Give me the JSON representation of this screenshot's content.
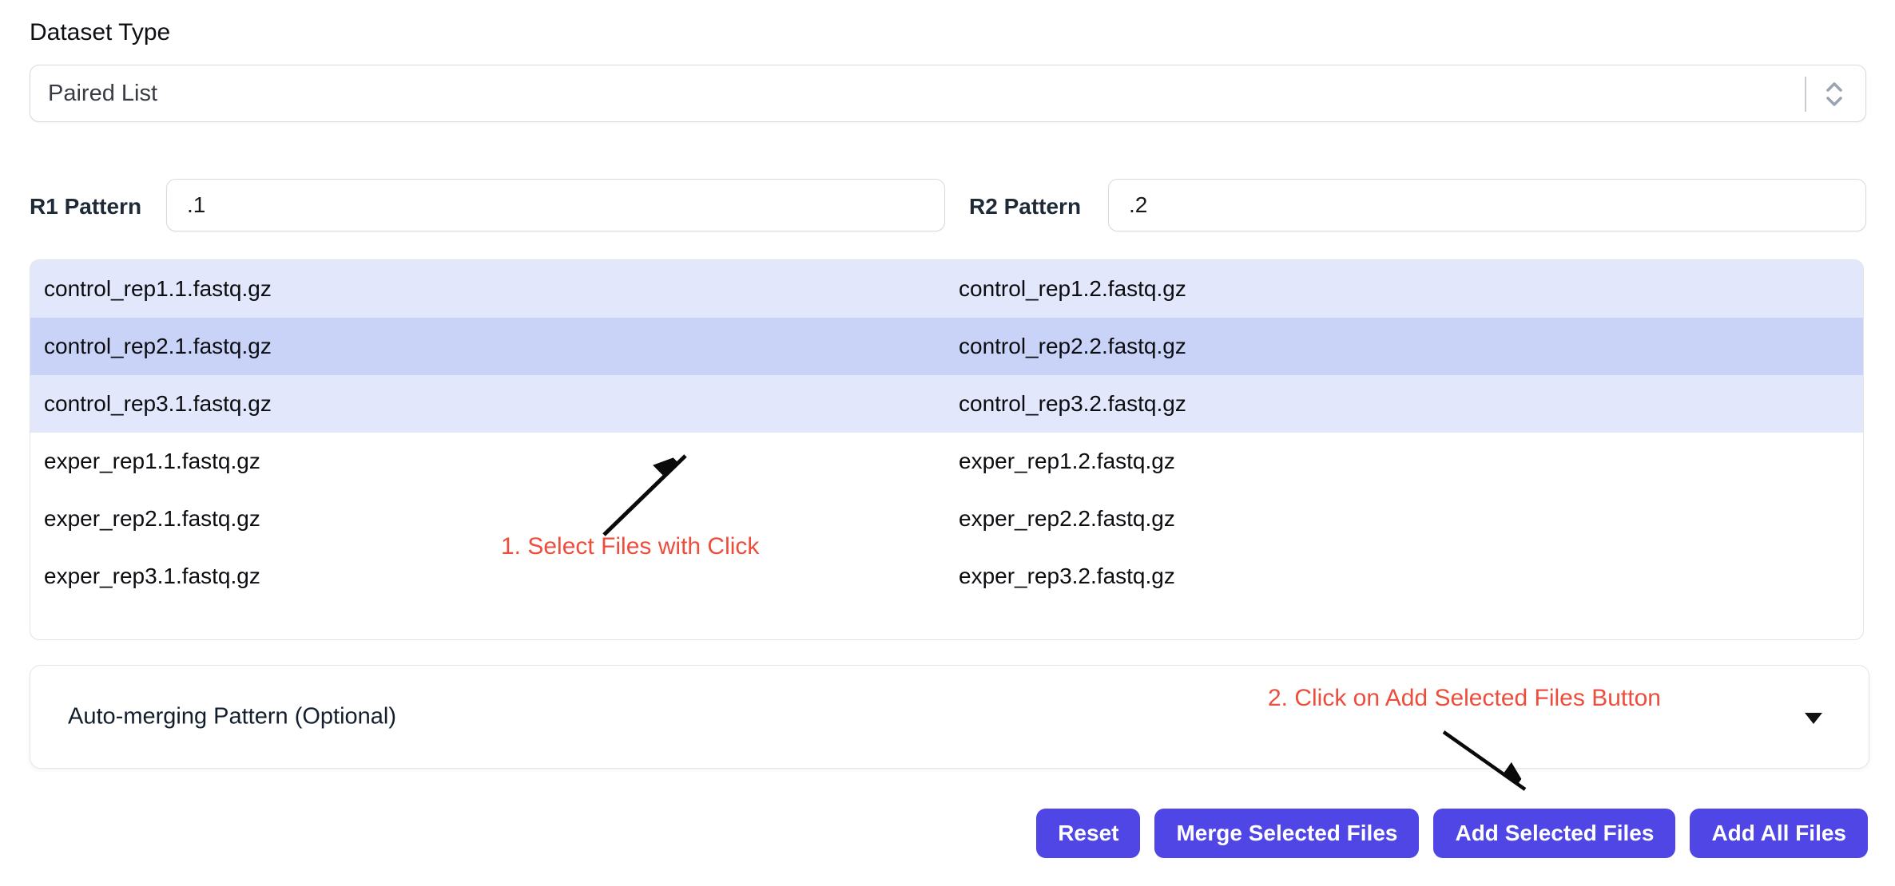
{
  "header": {
    "dataset_type_label": "Dataset Type"
  },
  "dataset_type_select": {
    "value": "Paired List"
  },
  "patterns": {
    "r1_label": "R1 Pattern",
    "r1_value": ".1",
    "r2_label": "R2 Pattern",
    "r2_value": ".2"
  },
  "file_list": {
    "rows": [
      {
        "r1": "control_rep1.1.fastq.gz",
        "r2": "control_rep1.2.fastq.gz",
        "selected": "light"
      },
      {
        "r1": "control_rep2.1.fastq.gz",
        "r2": "control_rep2.2.fastq.gz",
        "selected": "dark"
      },
      {
        "r1": "control_rep3.1.fastq.gz",
        "r2": "control_rep3.2.fastq.gz",
        "selected": "light"
      },
      {
        "r1": "exper_rep1.1.fastq.gz",
        "r2": "exper_rep1.2.fastq.gz",
        "selected": "none"
      },
      {
        "r1": "exper_rep2.1.fastq.gz",
        "r2": "exper_rep2.2.fastq.gz",
        "selected": "none"
      },
      {
        "r1": "exper_rep3.1.fastq.gz",
        "r2": "exper_rep3.2.fastq.gz",
        "selected": "none"
      }
    ]
  },
  "auto_merge": {
    "title": "Auto-merging Pattern (Optional)"
  },
  "annotations": {
    "step1": "1. Select Files with Click",
    "step2": "2. Click on Add Selected Files Button"
  },
  "toolbar": {
    "buttons": [
      {
        "label": "Reset"
      },
      {
        "label": "Merge Selected Files"
      },
      {
        "label": "Add Selected Files"
      },
      {
        "label": "Add All Files"
      }
    ]
  },
  "colors": {
    "accent": "#4f46e5",
    "row_selected": "#e2e7fc",
    "row_selected_emphasis": "#c9d3f8",
    "annotation_red": "#ed4e3c"
  }
}
